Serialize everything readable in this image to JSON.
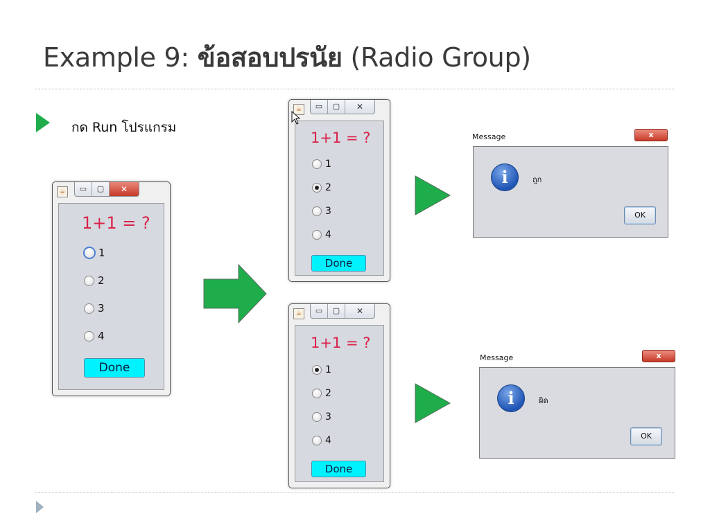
{
  "slide": {
    "title_prefix": "Example 9: ",
    "title_thai": "ข้อสอบปรนัย",
    "title_suffix": " (Radio Group)",
    "bullet_text": "กด Run โปรแกรม"
  },
  "colors": {
    "accent_green": "#1fad4b",
    "question_red": "#d9234c",
    "done_button": "#00f2ff"
  },
  "windows": [
    {
      "caption_icon": "java-icon",
      "question": "1+1 = ?",
      "options": [
        "1",
        "2",
        "3",
        "4"
      ],
      "selected_option": null,
      "focused_option": "1",
      "button_label": "Done"
    },
    {
      "caption_icon": "java-icon",
      "question": "1+1 = ?",
      "options": [
        "1",
        "2",
        "3",
        "4"
      ],
      "selected_option": "2",
      "button_label": "Done"
    },
    {
      "caption_icon": "java-icon",
      "question": "1+1 = ?",
      "options": [
        "1",
        "2",
        "3",
        "4"
      ],
      "selected_option": "1",
      "button_label": "Done"
    }
  ],
  "dialogs": [
    {
      "title": "Message",
      "icon": "info-icon",
      "message": "ถูก",
      "ok_label": "OK"
    },
    {
      "title": "Message",
      "icon": "info-icon",
      "message": "ผิด",
      "ok_label": "OK"
    }
  ]
}
